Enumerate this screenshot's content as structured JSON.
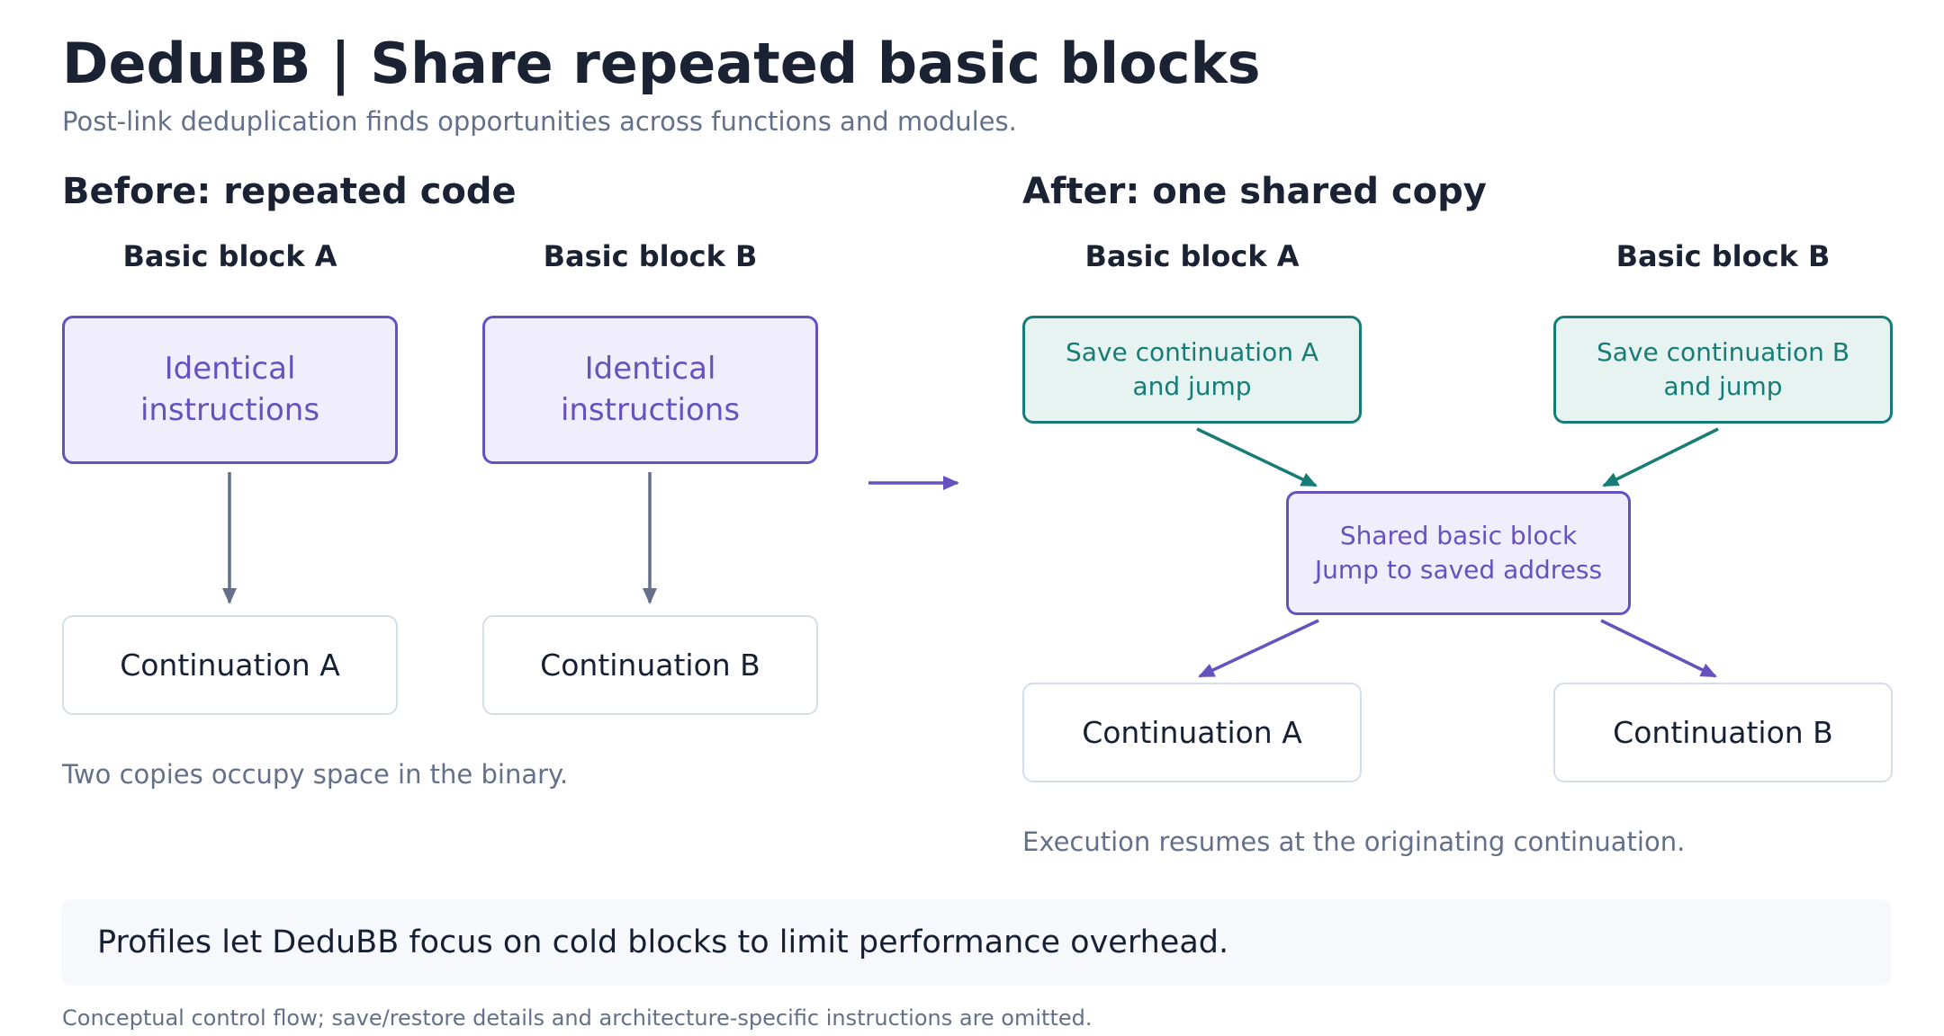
{
  "header": {
    "title": "DeduBB  |  Share repeated basic blocks",
    "subtitle": "Post-link deduplication finds opportunities across functions and modules."
  },
  "before": {
    "heading": "Before: repeated code",
    "block_a_label": "Basic block A",
    "block_b_label": "Basic block B",
    "instructions_a": "Identical\ninstructions",
    "instructions_b": "Identical\ninstructions",
    "continuation_a": "Continuation A",
    "continuation_b": "Continuation B",
    "note": "Two copies occupy space in the binary."
  },
  "after": {
    "heading": "After: one shared copy",
    "block_a_label": "Basic block A",
    "block_b_label": "Basic block B",
    "save_a": "Save continuation A\nand jump",
    "save_b": "Save continuation B\nand jump",
    "shared": "Shared basic block\nJump to saved address",
    "continuation_a": "Continuation A",
    "continuation_b": "Continuation B",
    "note": "Execution resumes at the originating continuation."
  },
  "footer": {
    "banner": "Profiles let DeduBB focus on cold blocks to limit performance overhead.",
    "footnote": "Conceptual control flow; save/restore details and architecture-specific instructions are omitted."
  },
  "colors": {
    "purple": "#6652be",
    "teal": "#177c76",
    "gray_arrow": "#65708a"
  }
}
